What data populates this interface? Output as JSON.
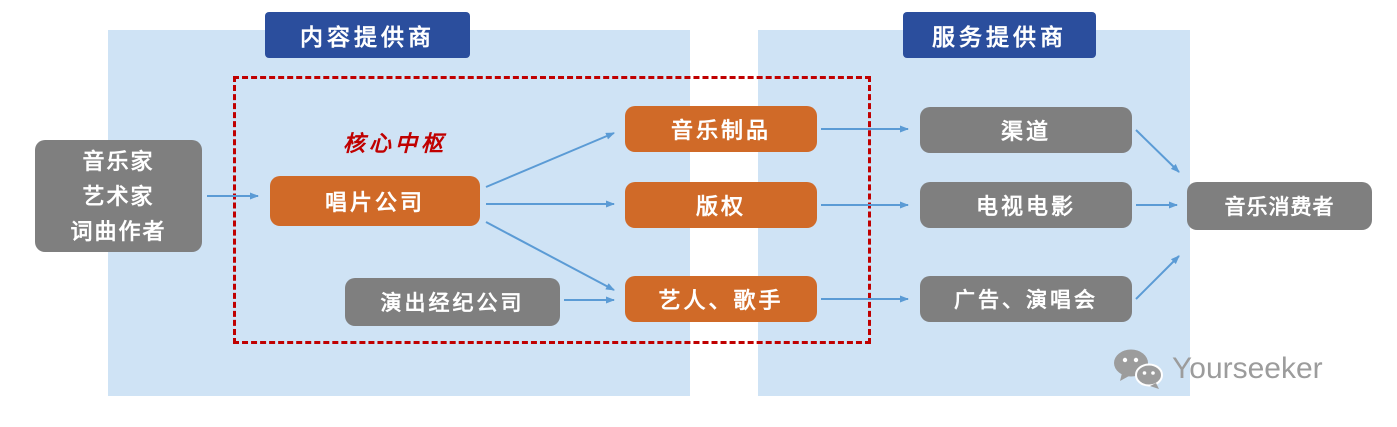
{
  "colors": {
    "panel": "#cfe3f5",
    "header_blue": "#2b4e9d",
    "orange": "#d06a28",
    "gray": "#7f7f7f",
    "red": "#c00000",
    "arrow": "#5b9bd5",
    "watermark": "#9c9c9c"
  },
  "headers": {
    "content_provider": "内容提供商",
    "service_provider": "服务提供商"
  },
  "core_hub": {
    "label": "核心中枢"
  },
  "nodes": {
    "creators": {
      "lines": [
        "音乐家",
        "艺术家",
        "词曲作者"
      ]
    },
    "record_company": {
      "label": "唱片公司"
    },
    "performance_agency": {
      "label": "演出经纪公司"
    },
    "music_products": {
      "label": "音乐制品"
    },
    "copyright": {
      "label": "版权"
    },
    "artists_singers": {
      "label": "艺人、歌手"
    },
    "channels": {
      "label": "渠道"
    },
    "tv_film": {
      "label": "电视电影"
    },
    "ads_concerts": {
      "label": "广告、演唱会"
    },
    "music_consumers": {
      "label": "音乐消费者"
    }
  },
  "watermark": {
    "text": "Yourseeker"
  }
}
